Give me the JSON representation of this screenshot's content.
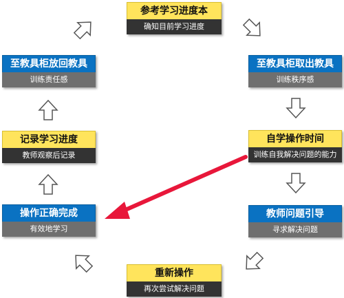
{
  "nodes": {
    "top": {
      "title": "参考学习进度本",
      "subtitle": "确知目前学习进度"
    },
    "right1": {
      "title": "至教具柜取出教具",
      "subtitle": "训练秩序感"
    },
    "right2": {
      "title": "自学操作时间",
      "subtitle": "训练自我解决问题的能力"
    },
    "right3": {
      "title": "教师问题引导",
      "subtitle": "寻求解决问题"
    },
    "bottom": {
      "title": "重新操作",
      "subtitle": "再次尝试解决问题"
    },
    "left3": {
      "title": "操作正确完成",
      "subtitle": "有效地学习"
    },
    "left2": {
      "title": "记录学习进度",
      "subtitle": "教师观察后记录"
    },
    "left1": {
      "title": "至教具柜放回教具",
      "subtitle": "训练责任感"
    }
  },
  "colors": {
    "yellow": "#ffe45c",
    "blue": "#0a72c2",
    "dark_subtitle": "#333333",
    "gray_subtitle": "#6f6f6f",
    "highlight_arrow": "#e8173a"
  }
}
